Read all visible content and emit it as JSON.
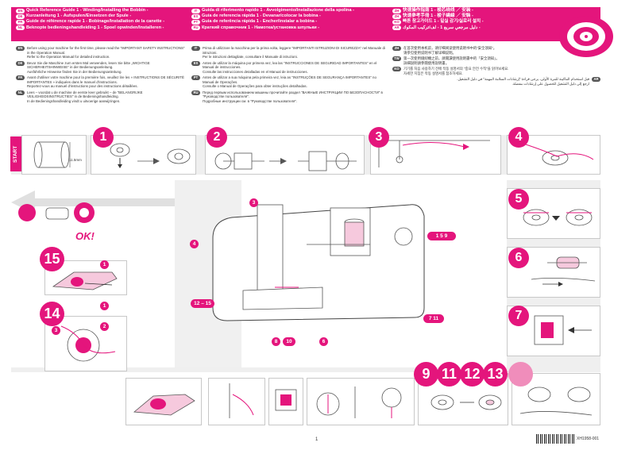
{
  "header": {
    "col1": [
      {
        "lang": "EN",
        "text": "Quick Reference Guide 1 - Winding/Installing the Bobbin -"
      },
      {
        "lang": "DE",
        "text": "Kurzanleitung 1 - Aufspulen/Einsetzen der Spule -"
      },
      {
        "lang": "FR",
        "text": "Guide de référence rapide 1 - Bobinage/Installation de la canette -"
      },
      {
        "lang": "NL",
        "text": "Beknopte bedieningshandleiding 1 - Spoel opwinden/Installeren -"
      }
    ],
    "col2": [
      {
        "lang": "IT",
        "text": "Guida di riferimento rapido 1 - Avvolgimento/Installazione della spolina -"
      },
      {
        "lang": "ES",
        "text": "Guía de referencia rápida 1 - Devanar/colocar la bobina -"
      },
      {
        "lang": "PT",
        "text": "Guia de referência rápida 1 - Encher/instalar a bobina -"
      },
      {
        "lang": "RU",
        "text": "Краткий справочник 1 - Намотка/установка шпульки -"
      }
    ],
    "col3": [
      {
        "lang": "ZH",
        "text": "快速操作指南 1 - 梭芯绕线 ／ 安装 -"
      },
      {
        "lang": "ZH",
        "text": "快速參考手冊 1 - 梭子繞線 ／ 安裝 -"
      },
      {
        "lang": "KO",
        "text": "빠른 참고가이드 1 - 밑실 감기/실로리 설치 -"
      },
      {
        "lang": "AR",
        "text": "دليل مرجعي سريع 1 - لف/تركيب المكوك -"
      }
    ]
  },
  "intro_left": [
    {
      "lang": "EN",
      "text": "Before using your machine for the first time, please read the \"IMPORTANT SAFETY INSTRUCTIONS\" in the Operation Manual.\nRefer to the Operation Manual for detailed instruction."
    },
    {
      "lang": "DE",
      "text": "Bevor Sie die Maschine zum ersten Mal verwenden, lesen Sie bitte „WICHTIGE SICHERHEITSHINWEISE\" in der Bedienungsanleitung.\nAusführliche Hinweise finden Sie in der Bedienungsanleitung."
    },
    {
      "lang": "FR",
      "text": "Avant d'utiliser votre machine pour la première fois, veuillez lire les « INSTRUCTIONS DE SÉCURITÉ IMPORTANTES » indiquées dans le manuel d'instructions.\nReportez-vous au manuel d'instructions pour des instructions détaillées."
    },
    {
      "lang": "NL",
      "text": "Lees – voordat u de machine de eerste keer gebruikt – de \"BELANGRIJKE VEILIGHEIDSINSTRUCTIES\" in de Bedieningshandleiding.\nIn de Bedieningshandleiding vindt u uitvoerige aanwijzingen."
    }
  ],
  "intro_mid": [
    {
      "lang": "IT",
      "text": "Prima di utilizzare la macchina per la prima volta, leggere \"IMPORTANTI ISTRUZIONI DI SICUREZZA\" nel Manuale di istruzioni.\nPer le istruzioni dettagliate, consultare il Manuale di istruzioni."
    },
    {
      "lang": "ES",
      "text": "Antes de utilizar la máquina por primera vez, lea las \"INSTRUCCIONES DE SEGURIDAD IMPORTANTES\" en el Manual de instrucciones.\nConsulte las instrucciones detalladas en el Manual de instrucciones."
    },
    {
      "lang": "PT",
      "text": "Antes de utilizar a sua máquina pela primeira vez, leia as \"INSTRUÇÕES DE SEGURANÇA IMPORTANTES\" no Manual de Operações.\nConsulte o Manual de Operações para obter instruções detalhadas."
    },
    {
      "lang": "RU",
      "text": "Перед первым использованием машины прочитайте раздел \"ВАЖНЫЕ ИНСТРУКЦИИ ПО БЕЗОПАСНОСТИ\" в \"Руководстве пользователя\".\nПодробные инструкции см. в \"Руководстве пользователя\"."
    }
  ],
  "intro_right": [
    {
      "lang": "ZH",
      "text": "在首次使用本机前，请仔细阅读使用说明书中的“安全须知”。\n请参见使用说明书了解详细说明。"
    },
    {
      "lang": "TW",
      "text": "第一次使用縫紉機之前，請閱讀使用說明書中的「安全須知」。\n詳細說明請參閱使用說明書。"
    },
    {
      "lang": "KO",
      "text": "기기를 처음 사용하기 전에 작동 설명서의 \"중요 안전 수칙\"을 읽어보세요.\n자세한 지침은 작동 설명서를 참조하세요."
    },
    {
      "lang": "AR",
      "text": "قبل استخدام الماكينة للمرة الأولى، يرجى قراءة \"إرشادات السلامة المهمة\" في دليل التشغيل.\nارجع إلى دليل التشغيل للحصول على إرشادات مفصلة."
    }
  ],
  "steps": {
    "start_label": "START",
    "dimension": "11.5mm",
    "ok_label": "OK!",
    "s1": "1",
    "s2": "2",
    "s3": "3",
    "s4": "4",
    "s5": "5",
    "s6": "6",
    "s7": "7",
    "s9": "9",
    "s11": "11",
    "s12": "12",
    "s13": "13",
    "s14": "14",
    "s15": "15"
  },
  "callouts": {
    "c3": "3",
    "c4": "4",
    "c159": "1 5 9",
    "c1215": "12 – 15",
    "c711": "7 11",
    "c6a": "6",
    "c10": "10",
    "c8": "8",
    "c15_1": "1",
    "c14_1": "1",
    "c14_2": "2",
    "c14_3": "3"
  },
  "footer": {
    "page": "1",
    "code": "XH1958-001"
  },
  "colors": {
    "accent": "#e4157c",
    "panel_border": "#c8c8c8"
  }
}
